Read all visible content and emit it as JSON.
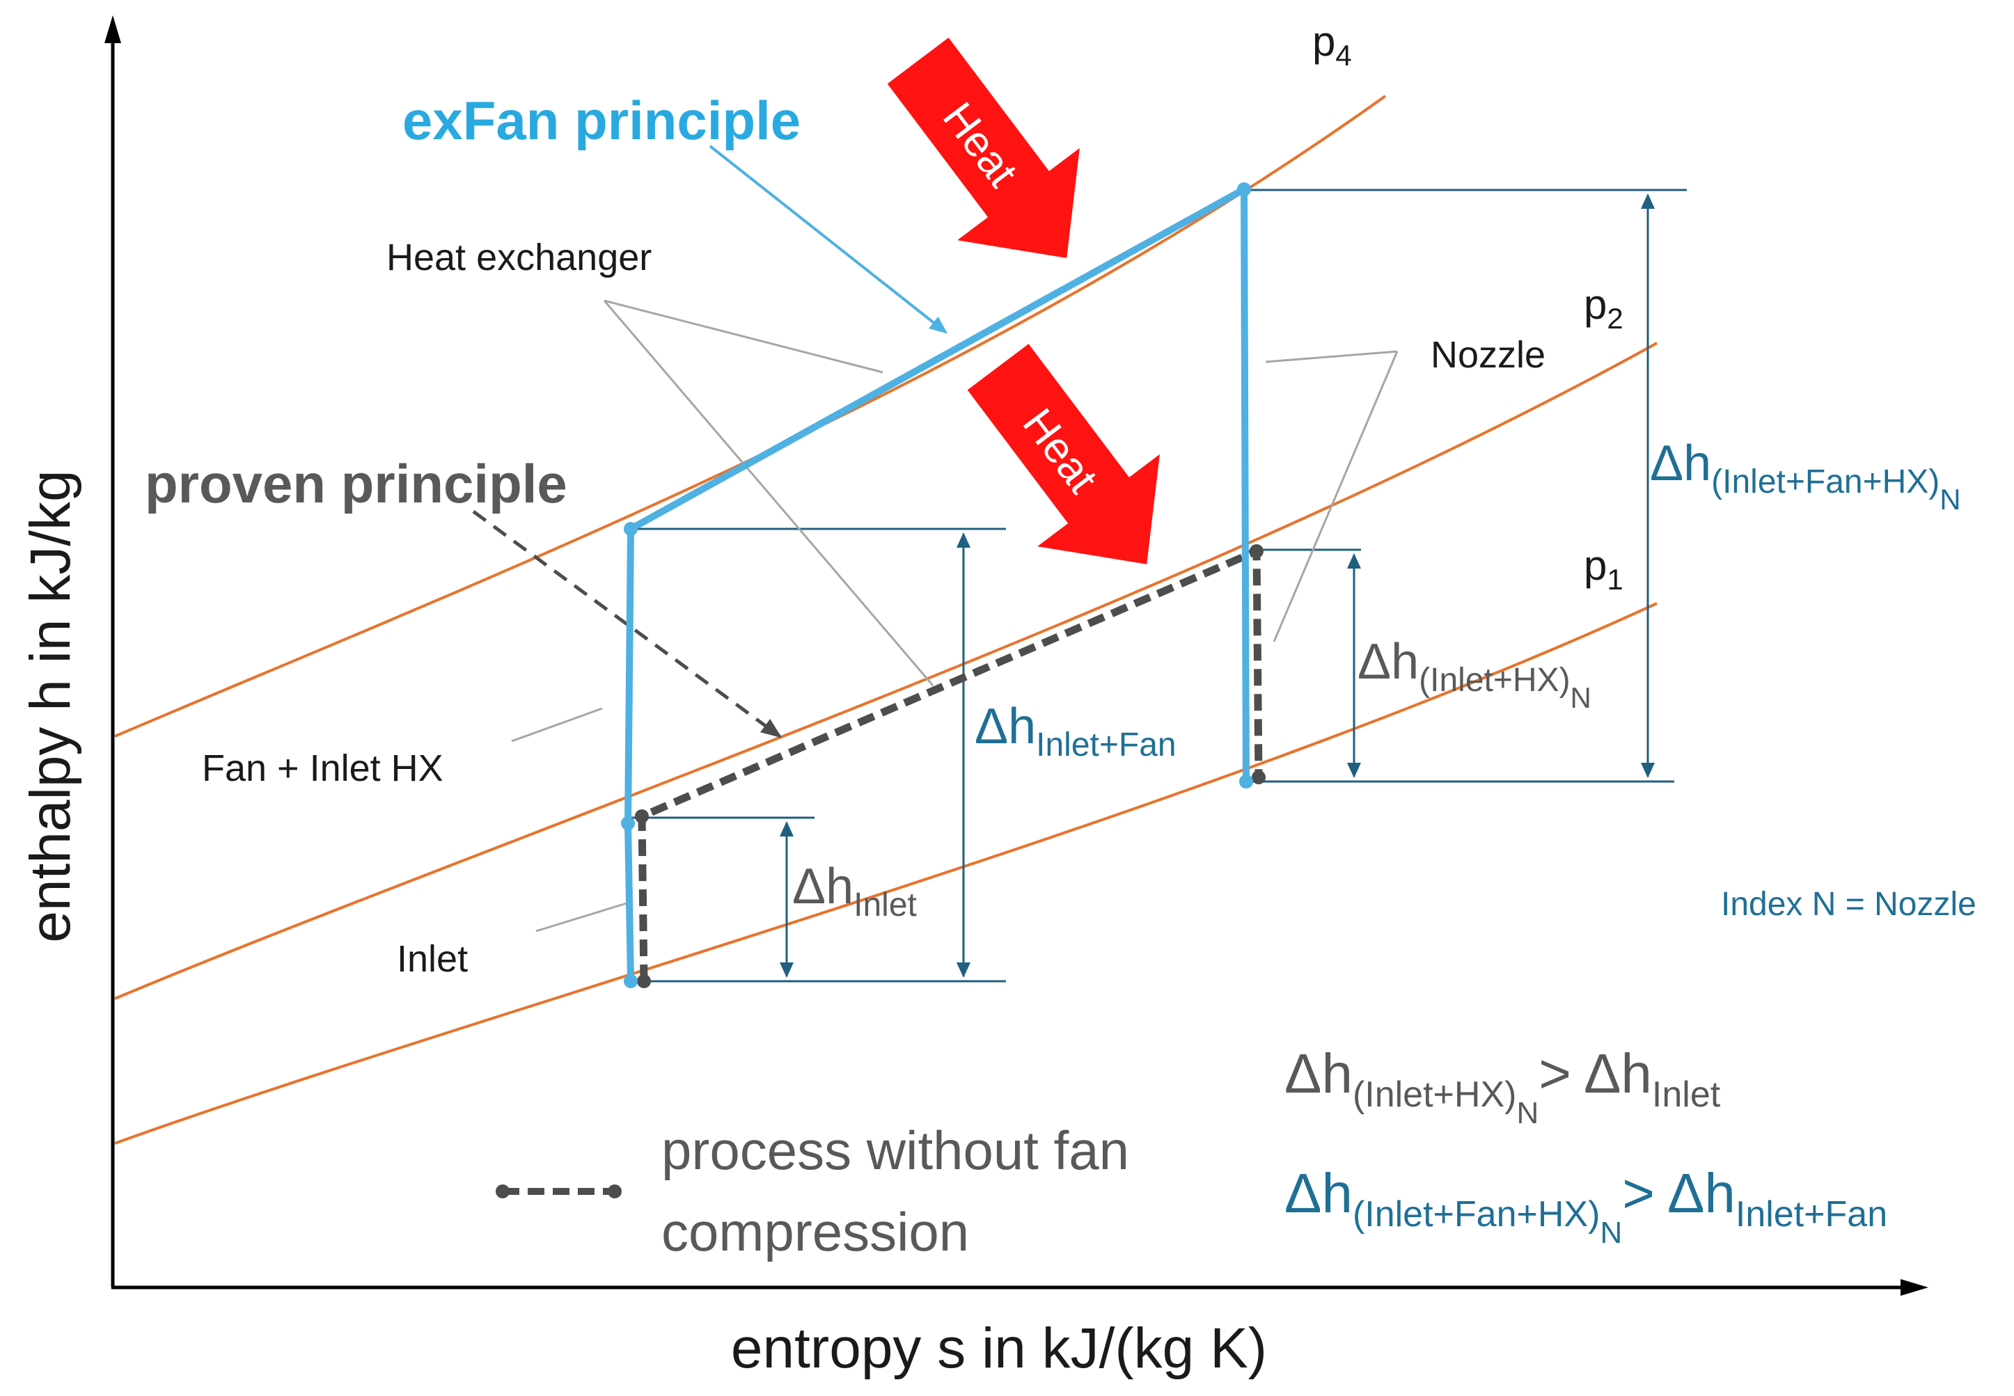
{
  "axes": {
    "y_label": "enthalpy  h in kJ/kg",
    "x_label": "entropy s in kJ/(kg K)"
  },
  "isobars": [
    {
      "label": "p",
      "sub": "4"
    },
    {
      "label": "p",
      "sub": "2"
    },
    {
      "label": "p",
      "sub": "1"
    }
  ],
  "principles": {
    "exfan": "exFan principle",
    "proven": "proven principle"
  },
  "heat_labels": [
    "Heat",
    "Heat"
  ],
  "component_labels": {
    "heat_exchanger": "Heat exchanger",
    "nozzle": "Nozzle",
    "fan_inlet_hx": "Fan + Inlet HX",
    "inlet": "Inlet"
  },
  "deltas": {
    "symbol": "Δh",
    "inlet_fan_hx_n": {
      "sub": "(Inlet+Fan+HX)",
      "subsub": "N"
    },
    "inlet_hx_n": {
      "sub": "(Inlet+HX)",
      "subsub": "N"
    },
    "inlet_fan": {
      "sub": "Inlet+Fan"
    },
    "inlet": {
      "sub": "Inlet"
    }
  },
  "index_note": "Index N  = Nozzle",
  "legend": {
    "line1": "process without fan",
    "line2": "compression"
  },
  "inequalities": {
    "gt": ">",
    "lhs1_sub": "(Inlet+HX)",
    "lhs1_subsub": "N",
    "rhs1_sub": "Inlet",
    "lhs2_sub": "(Inlet+Fan+HX)",
    "lhs2_subsub": "N",
    "rhs2_sub": "Inlet+Fan"
  },
  "colors": {
    "isobar": "#e8732c",
    "exfan": "#4fb0e2",
    "proven": "#4d4d4d",
    "dimension": "#1f5f80",
    "heat_arrow": "#ff1212"
  }
}
